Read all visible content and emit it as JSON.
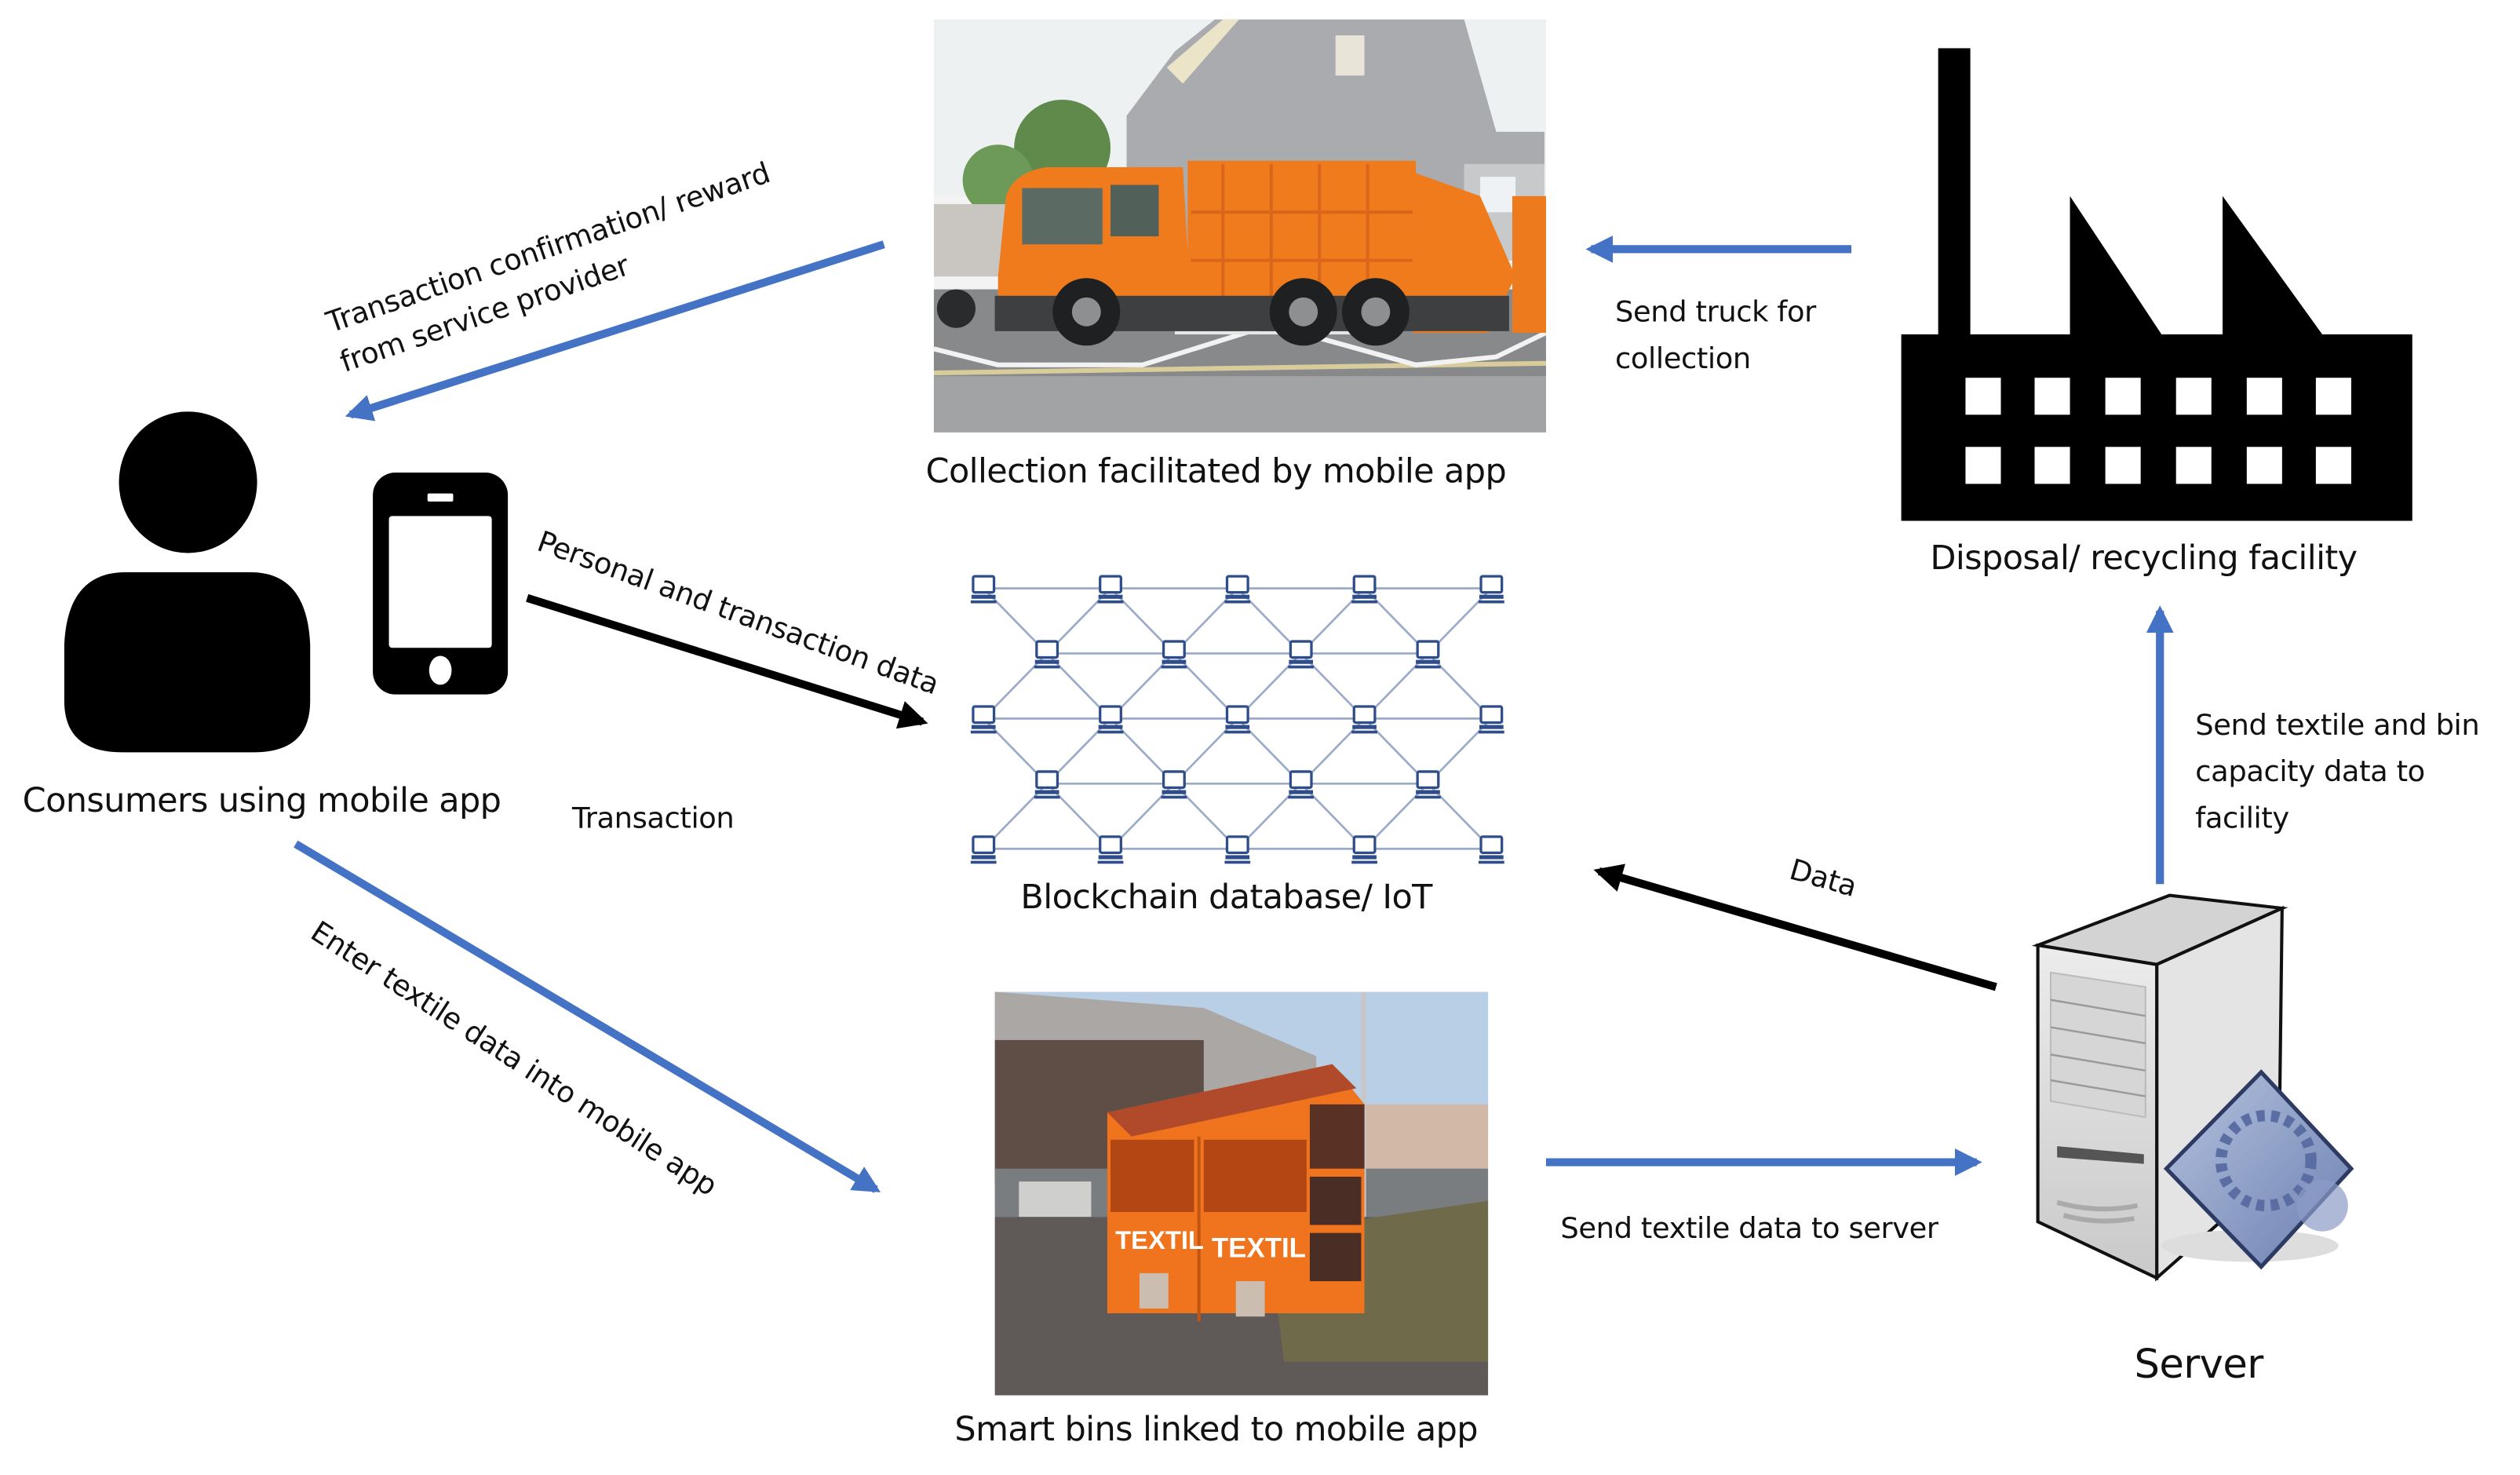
{
  "diagram": {
    "colors": {
      "flow_arrow": "#4472C4",
      "data_arrow": "#000000",
      "network_node": "#2F4D8A",
      "network_link": "#9AAAC8",
      "truck_orange": "#F07B1D",
      "bin_orange": "#F0731E"
    },
    "nodes": {
      "consumer": {
        "caption": "Consumers using mobile app",
        "icons": [
          "person-icon",
          "smartphone-icon"
        ]
      },
      "truck": {
        "caption": "Collection facilitated by mobile app",
        "image": "garbage-truck-photo"
      },
      "facility": {
        "caption": "Disposal/ recycling facility",
        "icon": "factory-icon"
      },
      "blockchain": {
        "caption": "Blockchain database/ IoT",
        "icon": "network-grid-icon",
        "rows": [
          5,
          4,
          5,
          4,
          5
        ]
      },
      "bins": {
        "caption": "Smart bins linked to mobile app",
        "image": "textile-bins-photo",
        "bin_text": "TEXTIL"
      },
      "server": {
        "caption": "Server",
        "icon": "server-icon"
      }
    },
    "edges": [
      {
        "id": "reward",
        "from": "truck",
        "to": "consumer",
        "color": "blue",
        "label_lines": [
          "Transaction confirmation/ reward",
          "from service provider"
        ]
      },
      {
        "id": "send-truck",
        "from": "facility",
        "to": "truck",
        "color": "blue",
        "label_lines": [
          "Send truck for",
          "collection"
        ]
      },
      {
        "id": "personal-data",
        "from": "consumer",
        "to": "blockchain",
        "color": "black",
        "label_lines": [
          "Personal and transaction data"
        ]
      },
      {
        "id": "transaction",
        "label_lines": [
          "Transaction"
        ]
      },
      {
        "id": "enter-textile",
        "from": "consumer",
        "to": "bins",
        "color": "blue",
        "label_lines": [
          "Enter textile data into mobile app"
        ]
      },
      {
        "id": "send-textile",
        "from": "bins",
        "to": "server",
        "color": "blue",
        "label_lines": [
          "Send textile data to server"
        ]
      },
      {
        "id": "server-data",
        "from": "server",
        "to": "blockchain",
        "color": "black",
        "label_lines": [
          "Data"
        ]
      },
      {
        "id": "capacity",
        "from": "server",
        "to": "facility",
        "color": "blue",
        "label_lines": [
          "Send textile and bin",
          "capacity data to",
          "facility"
        ]
      }
    ]
  }
}
